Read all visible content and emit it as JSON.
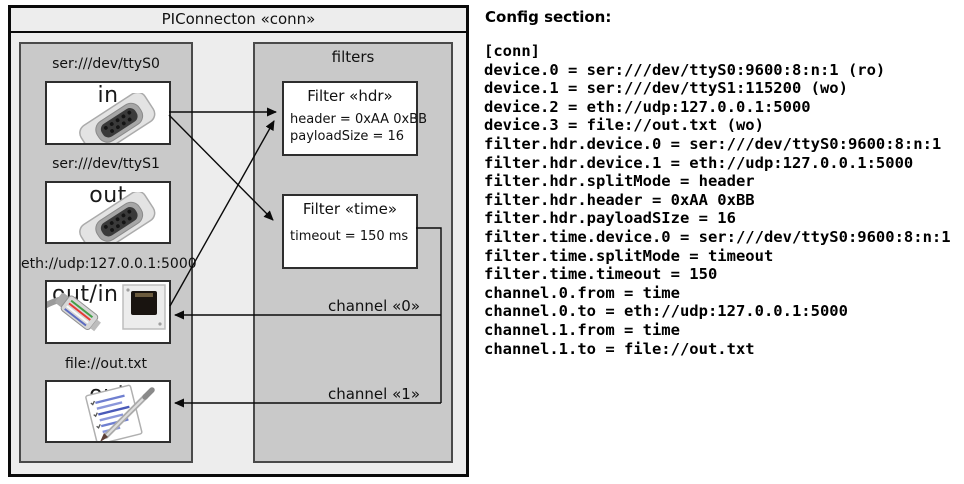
{
  "diagram": {
    "title": "PIConnecton «conn»",
    "devices_panel": {
      "devices": [
        {
          "uri": "ser:///dev/ttyS0",
          "direction": "in",
          "icon": "serial-connector-icon"
        },
        {
          "uri": "ser:///dev/ttyS1",
          "direction": "out",
          "icon": "serial-connector-icon"
        },
        {
          "uri": "eth://udp:127.0.0.1:5000",
          "direction": "out/in",
          "icon": "ethernet-jack-icon"
        },
        {
          "uri": "file://out.txt",
          "direction": "out",
          "icon": "notepad-icon"
        }
      ]
    },
    "filters_panel": {
      "title": "filters",
      "filters": [
        {
          "title": "Filter «hdr»",
          "attributes": [
            "header = 0xAA 0xBB",
            "payloadSize = 16"
          ]
        },
        {
          "title": "Filter «time»",
          "attributes": [
            "timeout = 150 ms"
          ]
        }
      ]
    },
    "channels": [
      {
        "label": "channel «0»"
      },
      {
        "label": "channel «1»"
      }
    ]
  },
  "config": {
    "heading": "Config section:",
    "lines": [
      "[conn]",
      "device.0 = ser:///dev/ttyS0:9600:8:n:1 (ro)",
      "device.1 = ser:///dev/ttyS1:115200 (wo)",
      "device.2 = eth://udp:127.0.0.1:5000",
      "device.3 = file://out.txt (wo)",
      "filter.hdr.device.0 = ser:///dev/ttyS0:9600:8:n:1",
      "filter.hdr.device.1 = eth://udp:127.0.0.1:5000",
      "filter.hdr.splitMode = header",
      "filter.hdr.header = 0xAA 0xBB",
      "filter.hdr.payloadSIze = 16",
      "filter.time.device.0 = ser:///dev/ttyS0:9600:8:n:1",
      "filter.time.splitMode = timeout",
      "filter.time.timeout = 150",
      "channel.0.from = time",
      "channel.0.to = eth://udp:127.0.0.1:5000",
      "channel.1.from = time",
      "channel.1.to = file://out.txt"
    ]
  },
  "colors": {
    "outer_background": "#ededed",
    "panel_gray": "#c9c9c9",
    "line_black": "#0a0a0a"
  }
}
